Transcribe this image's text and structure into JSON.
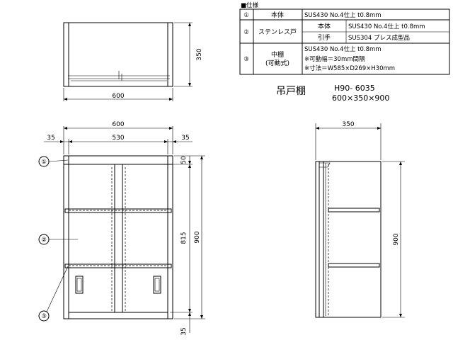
{
  "spec_heading": "■仕様",
  "spec_table": {
    "row1": {
      "num": "①",
      "part": "本体",
      "material": "SUS430 No.4仕上 t0.8mm"
    },
    "row2": {
      "num": "②",
      "part": "ステンレス戸",
      "sub1_label": "本体",
      "sub1_material": "SUS430 No.4仕上 t0.8mm",
      "sub2_label": "引手",
      "sub2_material": "SUS304 プレス成型品"
    },
    "row3": {
      "num": "③",
      "part_line1": "中棚",
      "part_line2": "(可動式)",
      "line1": "SUS430 No.4仕上 t0.8mm",
      "line2": "※可動幅＝30mm間隔",
      "line3": "※寸法＝W585×D269×H30mm"
    }
  },
  "product": {
    "name": "吊戸棚",
    "model": "H90- 6035",
    "size": "600×350×900"
  },
  "top_view": {
    "width_label": "600",
    "depth_label": "350"
  },
  "front_view": {
    "overall_width": "600",
    "inner_width": "530",
    "side_left": "35",
    "side_right": "35",
    "top_offset": "50",
    "inner_height": "815",
    "overall_height": "900",
    "bottom_offset": "35",
    "callouts": [
      "①",
      "②",
      "③"
    ]
  },
  "side_view": {
    "depth_label": "350",
    "height_label": "900"
  }
}
